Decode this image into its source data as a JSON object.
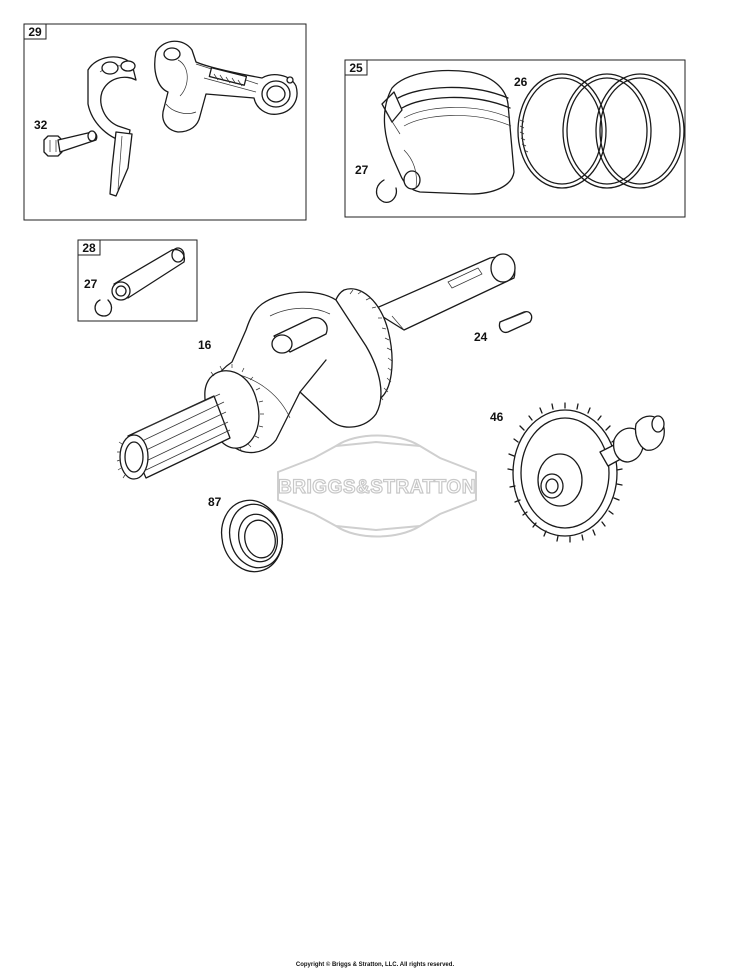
{
  "groups": [
    {
      "id": "29",
      "label": "29"
    },
    {
      "id": "25",
      "label": "25"
    },
    {
      "id": "28",
      "label": "28"
    }
  ],
  "callouts": {
    "connecting_rod_bolt": "32",
    "piston_rings": "26",
    "piston_clip_upper": "27",
    "piston_clip_lower": "27",
    "crankshaft": "16",
    "key": "24",
    "camshaft": "46",
    "oil_seal": "87"
  },
  "watermark": {
    "brand": "BRIGGS&STRATTON"
  },
  "footer": {
    "copyright": "Copyright © Briggs & Stratton, LLC. All rights reserved."
  }
}
